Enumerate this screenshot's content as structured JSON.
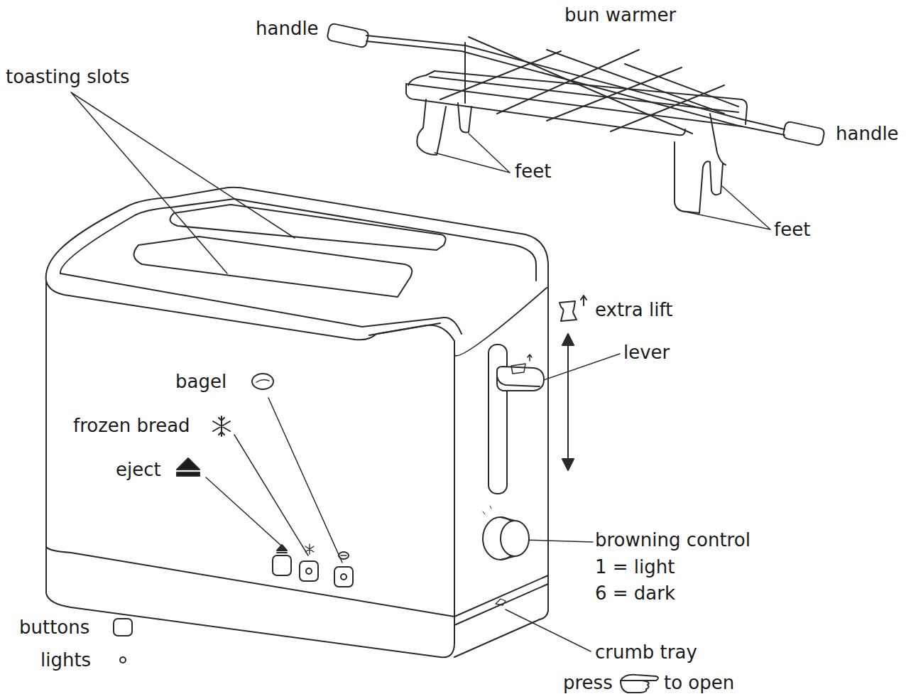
{
  "diagram": {
    "labels": [
      "handle",
      "bun warmer",
      "toasting slots",
      "handle",
      "feet",
      "feet",
      "extra lift",
      "lever",
      "bagel",
      "frozen bread",
      "eject",
      "browning control",
      "1 = light",
      "6 = dark",
      "crumb tray",
      "press",
      "to open"
    ],
    "legend": [
      {
        "text": "buttons"
      },
      {
        "text": "lights"
      }
    ]
  }
}
